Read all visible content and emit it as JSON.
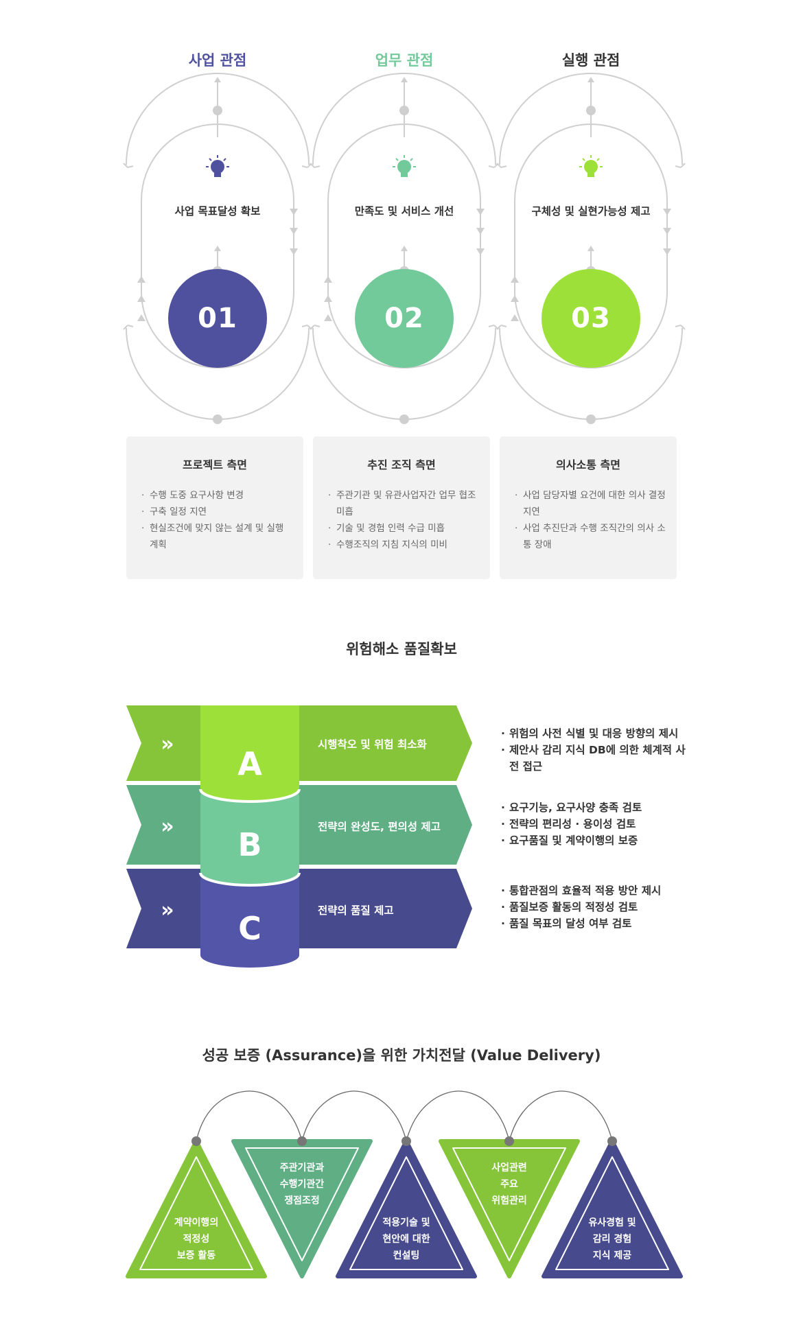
{
  "perspectives": [
    {
      "title": "사업 관점",
      "goal": "사업 목표달성 확보",
      "number": "01",
      "color": "#4f519e",
      "card_title": "프로젝트 측면",
      "card_items": [
        "수행 도중 요구사항 변경",
        "구축 일정 지연",
        "현실조건에 맞지 않는 설계 및 실행 계획"
      ]
    },
    {
      "title": "업무 관점",
      "goal": "만족도 및 서비스 개선",
      "number": "02",
      "color": "#72c99a",
      "card_title": "추진 조직 측면",
      "card_items": [
        "주관기관 및 유관사업자간 업무 협조 미흡",
        "기술 및 경험 인력 수급 미흡",
        "수행조직의 지침 지식의 미비"
      ]
    },
    {
      "title": "실행 관점",
      "goal": "구체성 및 실현가능성 제고",
      "number": "03",
      "color": "#9ee03a",
      "card_title": "의사소통 측면",
      "card_items": [
        "사업 담당자별 요건에 대한 의사 결정 지연",
        "사업 추진단과 수행 조직간의 의사 소통 장애"
      ]
    }
  ],
  "risk_section": {
    "title": "위험해소 품질확보",
    "chevron": "»",
    "bands": [
      {
        "letter": "A",
        "label": "시행착오 및 위험 최소화",
        "color": "#86c43a",
        "cyl_color": "#9ee03a",
        "bullets": [
          "위험의 사전 식별 및 대응 방향의 제시",
          "제안사 감리 지식 DB에 의한 체계적 사전 접근"
        ]
      },
      {
        "letter": "B",
        "label": "전략의 완성도, 편의성 제고",
        "color": "#5fae84",
        "cyl_color": "#72c99a",
        "bullets": [
          "요구기능, 요구사양 충족 검토",
          "전략의 편리성 · 용이성 검토",
          "요구품질 및 계약이행의 보증"
        ]
      },
      {
        "letter": "C",
        "label": "전략의 품질 제고",
        "color": "#474a8c",
        "cyl_color": "#5255a8",
        "bullets": [
          "통합관점의 효율적 적용 방안 제시",
          "품질보증 활동의 적정성 검토",
          "품질 목표의 달성 여부 검토"
        ]
      }
    ]
  },
  "value_section": {
    "title": "성공 보증 (Assurance)을 위한 가치전달 (Value Delivery)",
    "triangles": [
      {
        "lines": [
          "계약이행의",
          "적정성",
          "보증 활동"
        ],
        "direction": "up",
        "color": "#86c43a"
      },
      {
        "lines": [
          "주관기관과",
          "수행기관간",
          "쟁점조정"
        ],
        "direction": "down",
        "color": "#5fae84"
      },
      {
        "lines": [
          "적용기술 및",
          "현안에 대한",
          "컨설팅"
        ],
        "direction": "up",
        "color": "#474a8c"
      },
      {
        "lines": [
          "사업관련",
          "주요",
          "위험관리"
        ],
        "direction": "down",
        "color": "#86c43a"
      },
      {
        "lines": [
          "유사경험 및",
          "감리 경험",
          "지식 제공"
        ],
        "direction": "up",
        "color": "#474a8c"
      }
    ]
  }
}
